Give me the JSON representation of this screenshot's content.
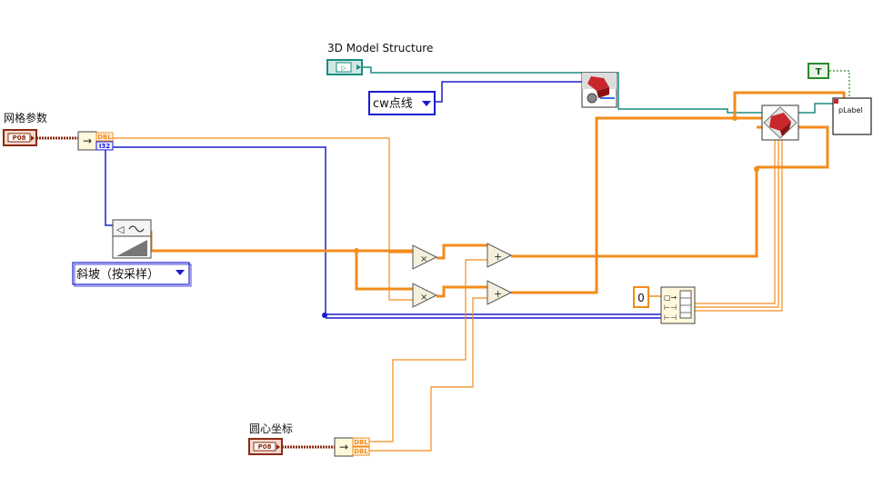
{
  "labels": {
    "model_structure": "3D Model Structure",
    "grid_params": "网格参数",
    "center_coords": "圆心坐标"
  },
  "controls": {
    "render_mode": "cw点线",
    "waveform_type": "斜坡（按采样）",
    "constant_zero": "0"
  },
  "terminals": {
    "cluster_tag": "P08",
    "dbl": "DBL",
    "i32": "I32",
    "bool_true": "T",
    "plabel": "pLabel"
  },
  "operators": {
    "multiply": "×",
    "add": "+"
  },
  "wire_colors": {
    "double": "#f28c1c",
    "integer": "#1b1bd0",
    "refnum": "#1a8c80",
    "cluster": "#8b2a10",
    "boolean": "#2a8a2a"
  }
}
